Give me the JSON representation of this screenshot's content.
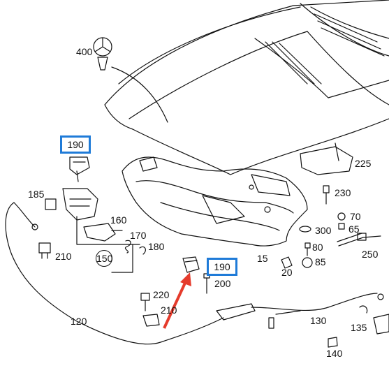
{
  "callouts": {
    "c400": "400",
    "c190a": "190",
    "c190b": "190",
    "c185": "185",
    "c160": "160",
    "c170": "170",
    "c180": "180",
    "c150": "150",
    "c210a": "210",
    "c210b": "210",
    "c220": "220",
    "c200": "200",
    "c120": "120",
    "c225": "225",
    "c230": "230",
    "c70": "70",
    "c65": "65",
    "c300": "300",
    "c80": "80",
    "c250": "250",
    "c15": "15",
    "c20": "20",
    "c85": "85",
    "c130": "130",
    "c135": "135",
    "c140": "140"
  },
  "colors": {
    "highlight": "#1f7bd8",
    "arrow": "#e53b2c",
    "line": "#111111"
  }
}
